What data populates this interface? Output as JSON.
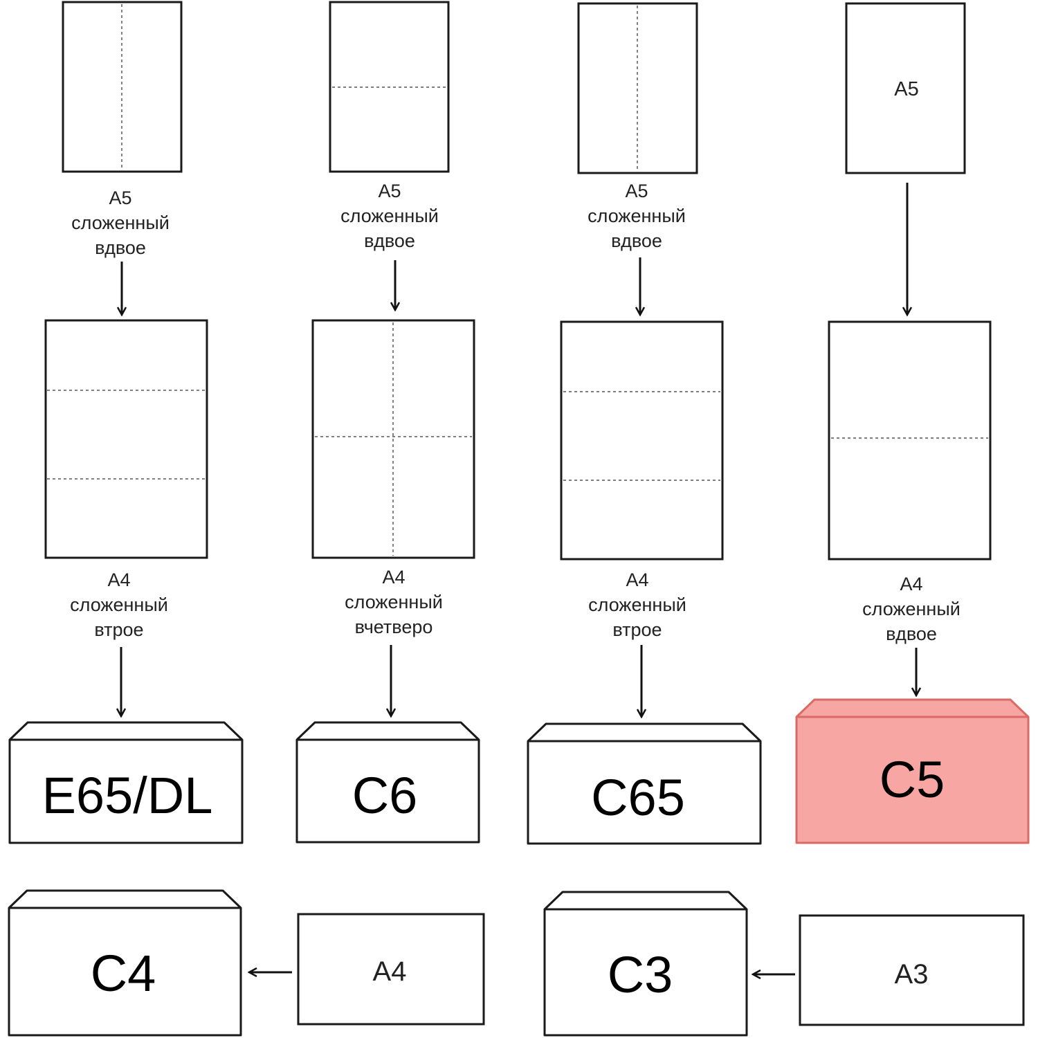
{
  "colors": {
    "stroke": "#1a1a1a",
    "highlight_fill": "#f7a6a3",
    "highlight_stroke": "#d96a66"
  },
  "icons": [
    "arrow-down-icon",
    "arrow-left-icon"
  ],
  "columns": [
    {
      "top_sheet_label": "",
      "top_caption": [
        "A5",
        "сложенный",
        "вдвое"
      ],
      "mid_caption": [
        "A4",
        "сложенный",
        "втрое"
      ],
      "envelope": "E65/DL",
      "highlighted": false
    },
    {
      "top_sheet_label": "",
      "top_caption": [
        "A5",
        "сложенный",
        "вдвое"
      ],
      "mid_caption": [
        "A4",
        "сложенный",
        "вчетверо"
      ],
      "envelope": "C6",
      "highlighted": false
    },
    {
      "top_sheet_label": "",
      "top_caption": [
        "A5",
        "сложенный",
        "вдвое"
      ],
      "mid_caption": [
        "A4",
        "сложенный",
        "втрое"
      ],
      "envelope": "C65",
      "highlighted": false
    },
    {
      "top_sheet_label": "A5",
      "top_caption": [],
      "mid_caption": [
        "A4",
        "сложенный",
        "вдвое"
      ],
      "envelope": "C5",
      "highlighted": true
    }
  ],
  "bottom_row": [
    {
      "envelope": "C4",
      "sheet": "A4"
    },
    {
      "envelope": "C3",
      "sheet": "A3"
    }
  ]
}
